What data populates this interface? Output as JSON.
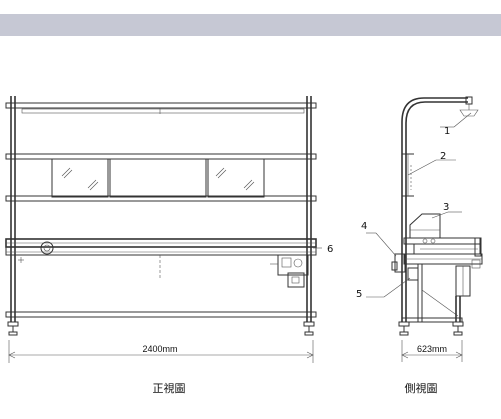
{
  "header_bar_color": "#c6c8d4",
  "front_view": {
    "caption": "正視圖",
    "dimension": "2400mm",
    "callouts": [
      "6"
    ]
  },
  "side_view": {
    "caption": "側視圖",
    "dimension": "623mm",
    "callouts": [
      "1",
      "2",
      "3",
      "4",
      "5"
    ]
  }
}
